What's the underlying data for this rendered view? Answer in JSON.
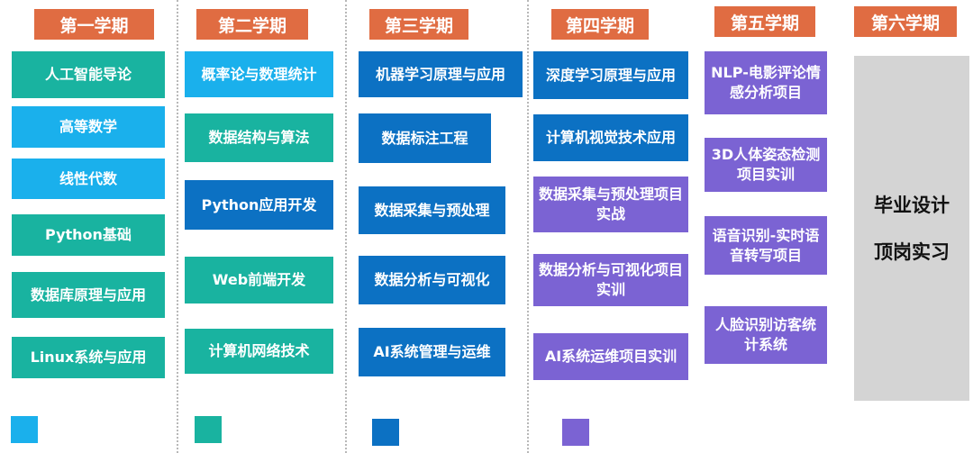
{
  "colors": {
    "header": "#e06c42",
    "teal": "#19b3a0",
    "cyan": "#1ab0ec",
    "blue": "#0c71c3",
    "purple": "#7b63d3",
    "gray": "#d4d4d4"
  },
  "semesters": [
    {
      "title": "第一学期",
      "courses": [
        "人工智能导论",
        "高等数学",
        "线性代数",
        "Python基础",
        "数据库原理与应用",
        "Linux系统与应用"
      ]
    },
    {
      "title": "第二学期",
      "courses": [
        "概率论与数理统计",
        "数据结构与算法",
        "Python应用开发",
        "Web前端开发",
        "计算机网络技术"
      ]
    },
    {
      "title": "第三学期",
      "courses": [
        "机器学习原理与应用",
        "数据标注工程",
        "数据采集与预处理",
        "数据分析与可视化",
        "AI系统管理与运维"
      ]
    },
    {
      "title": "第四学期",
      "courses": [
        "深度学习原理与应用",
        "计算机视觉技术应用",
        "数据采集与预处理项目实战",
        "数据分析与可视化项目实训",
        "AI系统运维项目实训"
      ]
    },
    {
      "title": "第五学期",
      "courses": [
        "NLP-电影评论情感分析项目",
        "3D人体姿态检测项目实训",
        "语音识别-实时语音转写项目",
        "人脸识别访客统计系统"
      ]
    },
    {
      "title": "第六学期",
      "courses": [
        "毕业设计",
        "顶岗实习"
      ]
    }
  ]
}
